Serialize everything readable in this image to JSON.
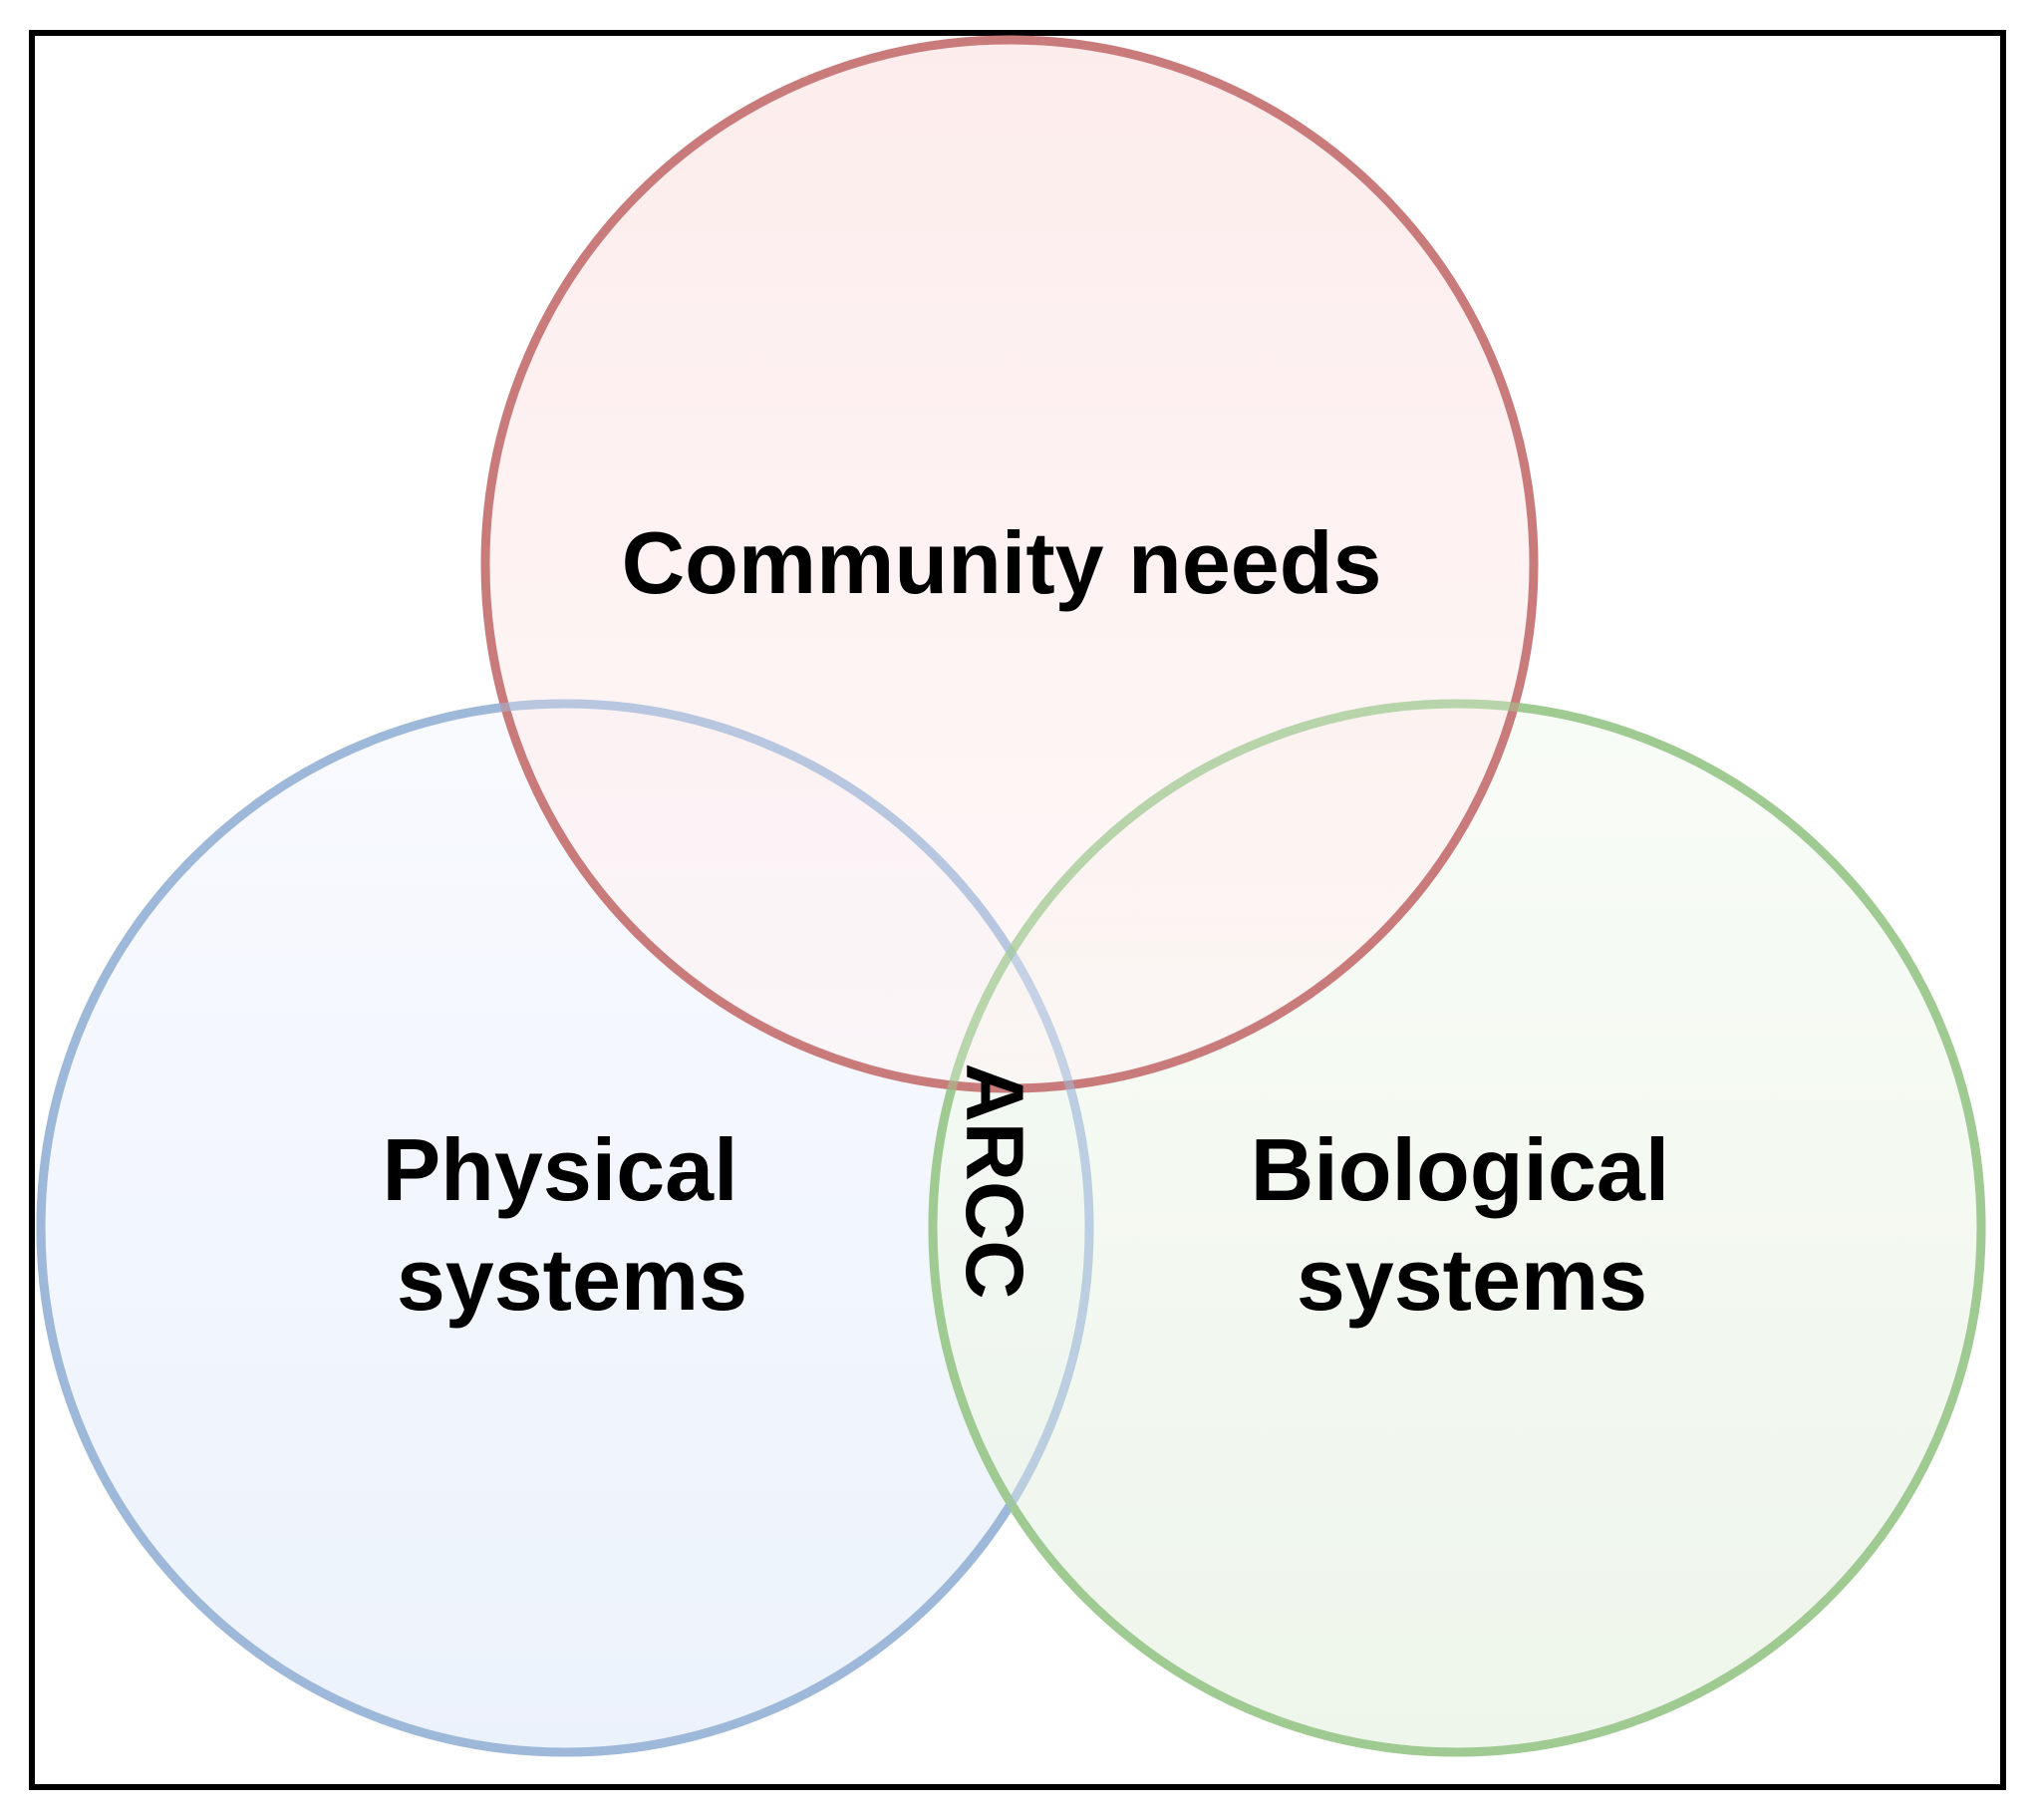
{
  "diagram": {
    "circles": [
      {
        "id": "community",
        "label_lines": [
          "Community needs"
        ],
        "stroke": "#c97b7b",
        "fill_top": "#fbe0e0",
        "fill_bottom": "#fff4f4"
      },
      {
        "id": "physical",
        "label_lines": [
          "Physical",
          "systems"
        ],
        "stroke": "#9eb8da",
        "fill_top": "#f7f9fe",
        "fill_bottom": "#e9f0fb"
      },
      {
        "id": "biological",
        "label_lines": [
          "Biological",
          "systems"
        ],
        "stroke": "#9fcb91",
        "fill_top": "#f7fbf5",
        "fill_bottom": "#eaf3e6"
      }
    ],
    "intersection_label": "ARCC",
    "frame_color": "#000000"
  }
}
